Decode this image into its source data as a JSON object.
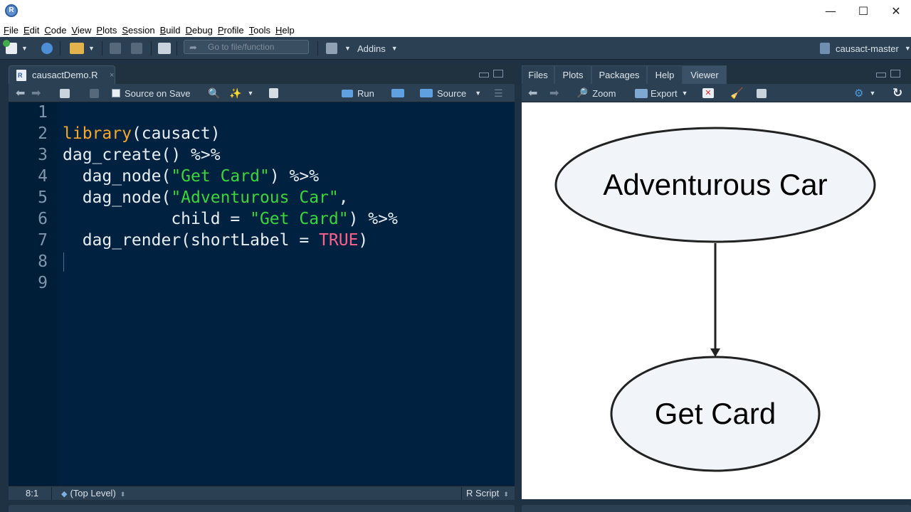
{
  "window": {
    "app_icon": "R",
    "controls": {
      "minimize": "—",
      "maximize": "☐",
      "close": "✕"
    }
  },
  "menu": [
    {
      "u": "F",
      "rest": "ile"
    },
    {
      "u": "E",
      "rest": "dit"
    },
    {
      "u": "C",
      "rest": "ode"
    },
    {
      "u": "V",
      "rest": "iew"
    },
    {
      "u": "P",
      "rest": "lots"
    },
    {
      "u": "S",
      "rest": "ession"
    },
    {
      "u": "B",
      "rest": "uild"
    },
    {
      "u": "D",
      "rest": "ebug"
    },
    {
      "u": "P",
      "rest": "rofile"
    },
    {
      "u": "T",
      "rest": "ools"
    },
    {
      "u": "H",
      "rest": "elp"
    }
  ],
  "toolbar": {
    "goto_placeholder": "Go to file/function",
    "addins_label": "Addins",
    "project_label": "causact-master"
  },
  "source_pane": {
    "tab_label": "causactDemo.R",
    "source_on_save": "Source on Save",
    "run_label": "Run",
    "source_label": "Source",
    "line_numbers": [
      "1",
      "2",
      "3",
      "4",
      "5",
      "6",
      "7",
      "8",
      "9"
    ],
    "code_lines": [
      [],
      [
        {
          "t": "library",
          "c": "kw"
        },
        {
          "t": "(causact)",
          "c": ""
        }
      ],
      [
        {
          "t": "dag_create() %>%",
          "c": ""
        }
      ],
      [
        {
          "t": "  dag_node(",
          "c": ""
        },
        {
          "t": "\"Get Card\"",
          "c": "str"
        },
        {
          "t": ") %>%",
          "c": ""
        }
      ],
      [
        {
          "t": "  dag_node(",
          "c": ""
        },
        {
          "t": "\"Adventurous Car\"",
          "c": "str"
        },
        {
          "t": ",",
          "c": ""
        }
      ],
      [
        {
          "t": "           child = ",
          "c": ""
        },
        {
          "t": "\"Get Card\"",
          "c": "str"
        },
        {
          "t": ") %>%",
          "c": ""
        }
      ],
      [
        {
          "t": "  dag_render(shortLabel = ",
          "c": ""
        },
        {
          "t": "TRUE",
          "c": "bool"
        },
        {
          "t": ")",
          "c": ""
        }
      ],
      [],
      []
    ],
    "status": {
      "position": "8:1",
      "scope": "(Top Level)",
      "file_type": "R Script"
    }
  },
  "viewer_pane": {
    "tabs": [
      "Files",
      "Plots",
      "Packages",
      "Help",
      "Viewer"
    ],
    "active_tab": "Viewer",
    "zoom_label": "Zoom",
    "export_label": "Export",
    "dag": {
      "node_top": "Adventurous Car",
      "node_bottom": "Get Card",
      "node_fill": "#f1f5fa",
      "stroke": "#222222"
    }
  },
  "colors": {
    "editor_bg": "#002240",
    "keyword": "#f7a72a",
    "string": "#3bd53b",
    "boolean": "#ff628c"
  }
}
